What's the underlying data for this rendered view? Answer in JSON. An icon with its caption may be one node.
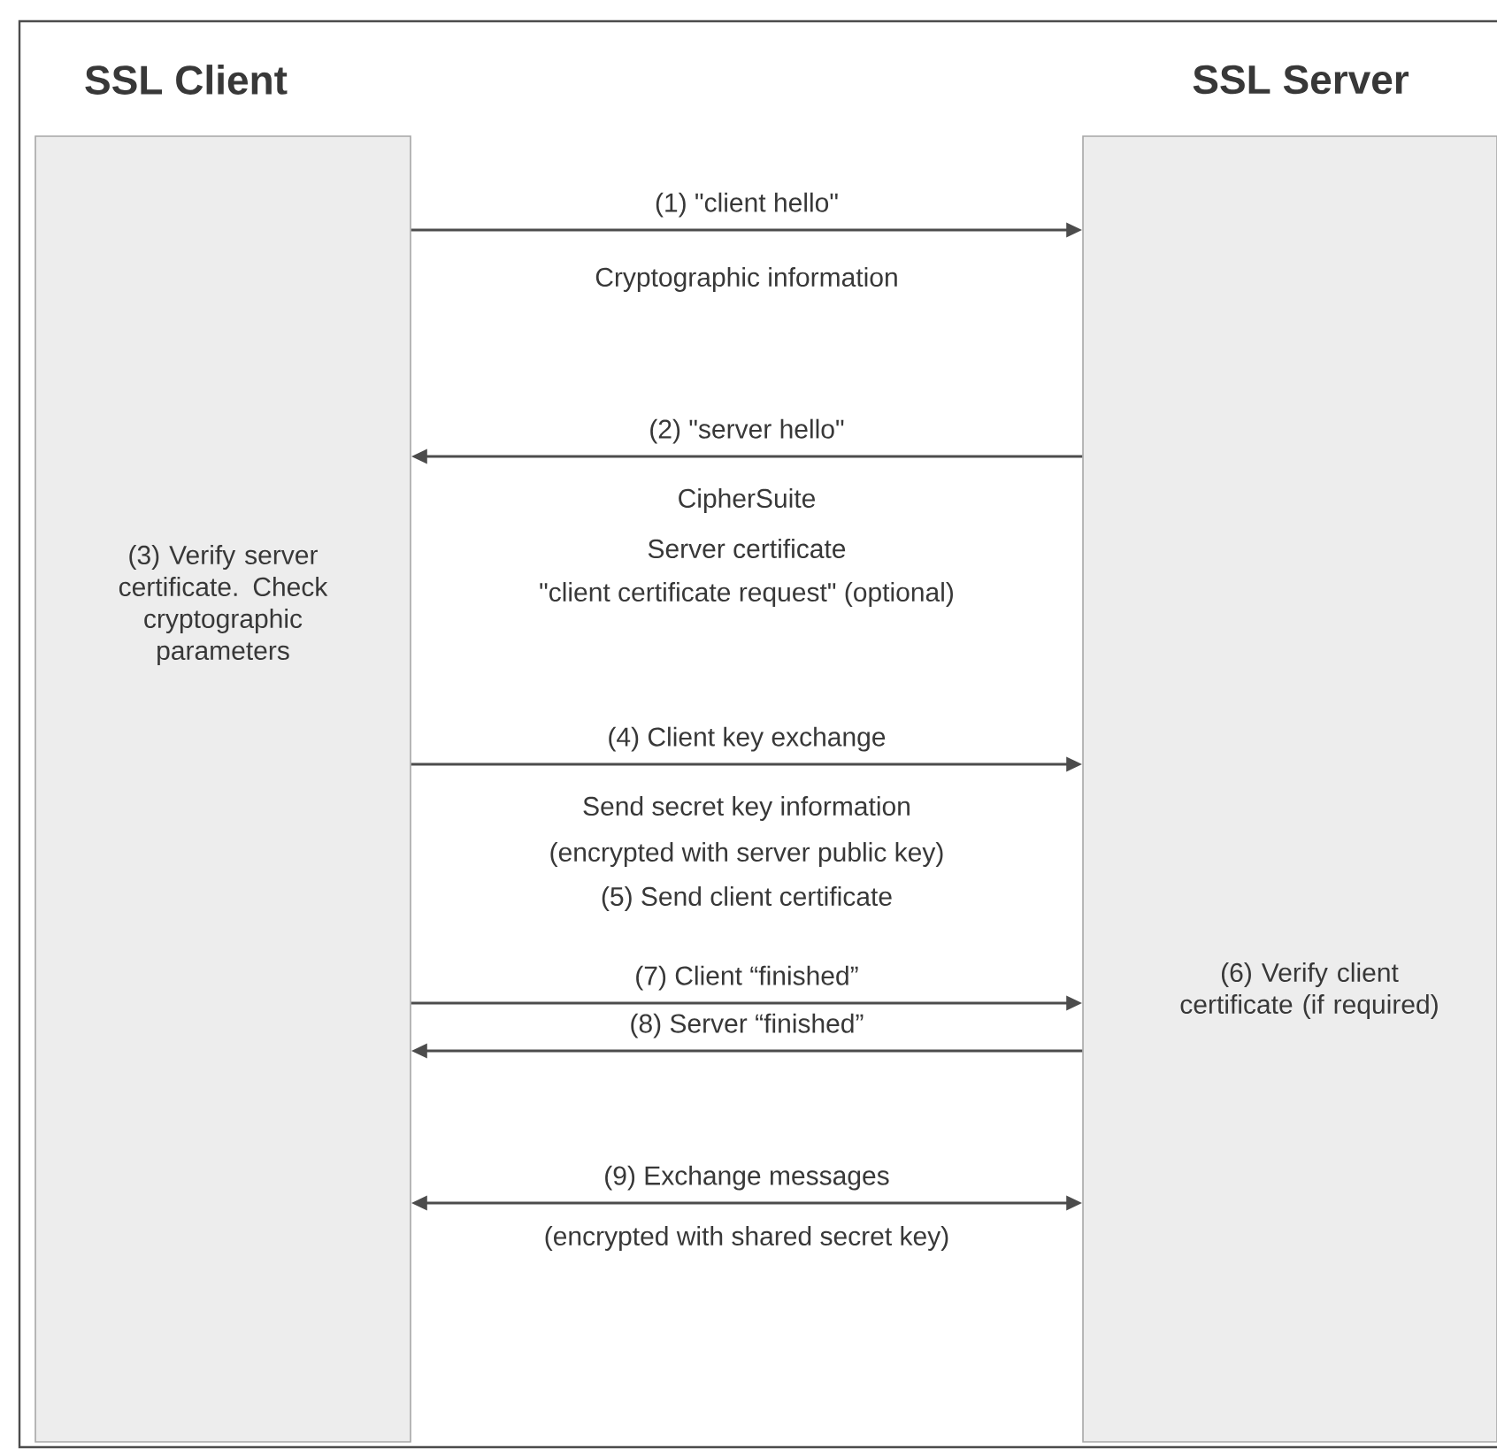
{
  "diagram": {
    "nodes": [
      {
        "text": [
          "SSL Client",
          "(3) Verify server certificate. Check cryptographic parameters"
        ]
      },
      {
        "text": [
          "SSL Server",
          "(6) Verify client certificate (if required)"
        ]
      }
    ],
    "edges": [
      {
        "from": 0,
        "to": 1,
        "arrow": "to",
        "label": "(1) \"client hello\""
      },
      {
        "from": 1,
        "to": 0,
        "arrow": "to",
        "label": "(2) \"server hello\""
      },
      {
        "from": 0,
        "to": 1,
        "arrow": "to",
        "label": "(4) Client key exchange"
      },
      {
        "from": 0,
        "to": 1,
        "arrow": "to",
        "label": "(7) Client “finished”"
      },
      {
        "from": 1,
        "to": 0,
        "arrow": "to",
        "label": "(8) Server “finished”"
      },
      {
        "from": 0,
        "to": 1,
        "arrow": "both",
        "label": "(9) Exchange messages"
      }
    ],
    "labels": [
      "Cryptographic information",
      "CipherSuite",
      "Server certificate",
      "\"client certificate request\" (optional)",
      "Send secret key information",
      "(encrypted with server public key)",
      "(5) Send client certificate",
      "(encrypted with shared secret key)"
    ]
  }
}
